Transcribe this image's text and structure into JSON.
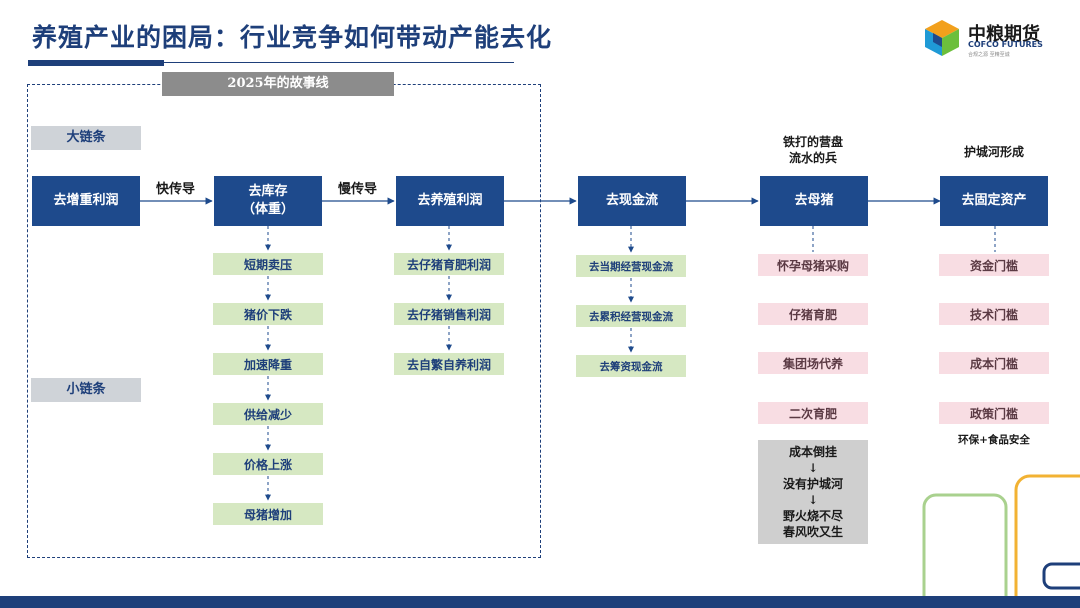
{
  "header": {
    "title": "养殖产业的困局：行业竞争如何带动产能去化",
    "logo_cn": "中粮期货",
    "logo_en": "COFCO FUTURES",
    "logo_slogan": "合规之源 至精至诚"
  },
  "storyline": "2025年的故事线",
  "chains": {
    "big": "大链条",
    "small": "小链条"
  },
  "edge_labels": [
    "快传导",
    "慢传导"
  ],
  "stages": [
    {
      "title": "去增重利润",
      "items": []
    },
    {
      "title": "去库存\n（体重）",
      "items": [
        "短期卖压",
        "猪价下跌",
        "加速降重",
        "供给减少",
        "价格上涨",
        "母猪增加"
      ]
    },
    {
      "title": "去养殖利润",
      "items": [
        "去仔猪育肥利润",
        "去仔猪销售利润",
        "去自繁自养利润"
      ]
    },
    {
      "title": "去现金流",
      "items": [
        "去当期经营现金流",
        "去累积经营现金流",
        "去筹资现金流"
      ]
    },
    {
      "title": "去母猪",
      "note": "铁打的营盘\n流水的兵",
      "items": [
        "怀孕母猪采购",
        "仔猪育肥",
        "集团场代养",
        "二次育肥"
      ]
    },
    {
      "title": "去固定资产",
      "note": "护城河形成",
      "items": [
        "资金门槛",
        "技术门槛",
        "成本门槛",
        "政策门槛"
      ]
    }
  ],
  "sow_chain": [
    "成本倒挂",
    "↓",
    "没有护城河",
    "↓",
    "野火烧不尽",
    "春风吹又生"
  ],
  "fixed_asset_note": "环保+食品安全",
  "colors": {
    "primary_blue": "#1e4a8c",
    "green_box": "#d6e8c2",
    "pink_box": "#f8dde3",
    "gray_box": "#cfcfcf"
  }
}
